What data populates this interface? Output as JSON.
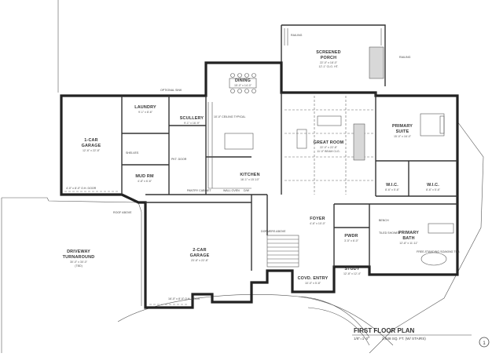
{
  "plan": {
    "title": "FIRST FLOOR PLAN",
    "scale": "1/8\"=1'-0\"",
    "area": "2,648 SQ. FT. (W/ STAIRS)",
    "sheet": "1"
  },
  "rooms": {
    "screened_porch": {
      "name": "SCREENED",
      "name2": "PORCH",
      "dims": "22'-0\" x 18'-0\"",
      "dims2": "12'-1\" CLG. HT."
    },
    "dining": {
      "name": "DINING",
      "dims": "15'-0\" x 14'-0\""
    },
    "laundry": {
      "name": "LAUNDRY",
      "dims": "9'-1\" x 8'-6\""
    },
    "scullery": {
      "name": "SCULLERY",
      "dims": "9'-1\" x 16'-9\""
    },
    "garage1": {
      "name": "1-CAR",
      "name2": "GARAGE",
      "dims": "12'-6\" x 22'-8\""
    },
    "mud_rm": {
      "name": "MUD RM",
      "dims": "4'-8\" x 6'-6\""
    },
    "kitchen": {
      "name": "KITCHEN",
      "dims": "16'-1\" x 15'-10\""
    },
    "great_room": {
      "name": "GREAT ROOM",
      "dims": "22'-0\" x 22'-8\"",
      "dims2": "11'-0\" BEAM CLG."
    },
    "primary_suite": {
      "name": "PRIMARY",
      "name2": "SUITE",
      "dims": "15'-0\" x 16'-0\""
    },
    "wic1": {
      "name": "W.I.C.",
      "dims": "8'-6\" x 5'-6\""
    },
    "wic2": {
      "name": "W.I.C.",
      "dims": "8'-6\" x 5'-6\""
    },
    "foyer": {
      "name": "FOYER",
      "dims": "4'-6\" x 10'-0\""
    },
    "powder": {
      "name": "PWDR",
      "dims": "3'-5\" x 6'-0\""
    },
    "primary_bath": {
      "name": "PRIMARY",
      "name2": "BATH",
      "dims": "12'-8\" x 11'-11\""
    },
    "study": {
      "name": "STUDY",
      "dims": "12'-8\" x 12'-4\""
    },
    "garage2": {
      "name": "2-CAR",
      "name2": "GARAGE",
      "dims": "23'-8\" x 22'-8\""
    },
    "covd_entry": {
      "name": "COVD. ENTRY",
      "dims": "10'-0\" x 5'-8\""
    },
    "driveway": {
      "name": "DRIVEWAY",
      "name2": "TURNAROUND",
      "dims": "30'-0\" x 30'-0\"",
      "dims2": "(TBD)"
    }
  },
  "notes": {
    "railing_left": "RAILING",
    "railing_right": "RAILING",
    "optional_sink": "OPTIONAL SINK",
    "clg": "10'-0\" CEILING TYPICAL",
    "ovh_door": "4'-0\" x 8'-0\" O.H. DOOR",
    "roof_above": "ROOF ABOVE",
    "dormers": "DORMERS ABOVE",
    "ovh_door2": "16'-0\" x 8'-0\" O.H. DOOR",
    "bench": "BENCH",
    "tiled_shower": "TILED SHOWER",
    "freestanding": "FREE-STANDING SOAKING TUB",
    "pantry_cab": "PANTRY CABINET",
    "wall_oven": "WALL OVEN",
    "dw": "D/W",
    "pky_door": "PKT. DOOR",
    "shelves": "SHELVES"
  }
}
